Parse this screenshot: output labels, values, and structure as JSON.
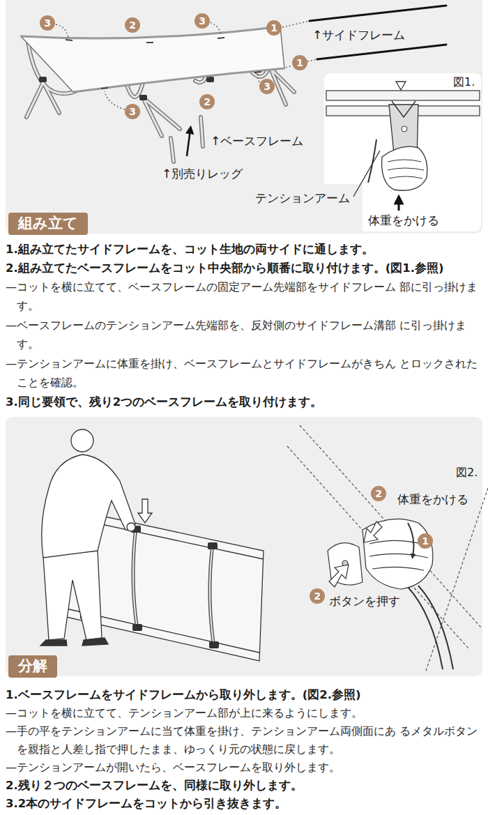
{
  "diagram": {
    "nodes": [
      {
        "text": [
          "3"
        ]
      },
      {
        "text": [
          "2"
        ]
      },
      {
        "text": [
          "3"
        ]
      },
      {
        "text": [
          "1"
        ]
      },
      {
        "text": [
          "1"
        ]
      },
      {
        "text": [
          "3"
        ]
      },
      {
        "text": [
          "2"
        ]
      },
      {
        "text": [
          "3"
        ]
      },
      {
        "text": [
          "組み立て"
        ]
      },
      {
        "text": [
          "2"
        ]
      },
      {
        "text": [
          "1"
        ]
      },
      {
        "text": [
          "2"
        ]
      },
      {
        "text": [
          "分解"
        ]
      }
    ],
    "labels": [
      "↑サイドフレーム",
      "図1.",
      "↑ベースフレーム",
      "↑別売りレッグ",
      "テンションアーム",
      "体重をかける",
      "1.組み立てたサイドフレームを、コット生地の両サイドに通します。",
      "2.組み立てたベースフレームをコット中央部から順番に取り付けます。(図1.参照)",
      "—コットを横に立てて、ベースフレームの固定アーム先端部をサイドフレーム 部に引っ掛けます。",
      "—ベースフレームのテンションアーム先端部を、反対側のサイドフレーム溝部 に引っ掛けます。",
      "—テンションアームに体重を掛け、ベースフレームとサイドフレームがきちん とロックされたことを確認。",
      "3.同じ要領で、残り2つのベースフレームを取り付けます。",
      "図2.",
      "体重をかける",
      "ボタンを押す",
      "1.ベースフレームをサイドフレームから取り外します。(図2.参照)",
      "—コットを横に立てて、テンションアーム部が上に来るようにします。",
      "—手の平をテンションアームに当て体重を掛け、テンションアーム両側面にあ るメタルボタンを親指と人差し指で押したまま、ゆっくり元の状態に戻します。",
      "—テンションアームが開いたら、ベースフレームを取り外します。",
      "2.残り２つのベースフレームを、同様に取り外します。",
      "3.2本のサイドフレームをコットから引き抜きます。"
    ]
  }
}
